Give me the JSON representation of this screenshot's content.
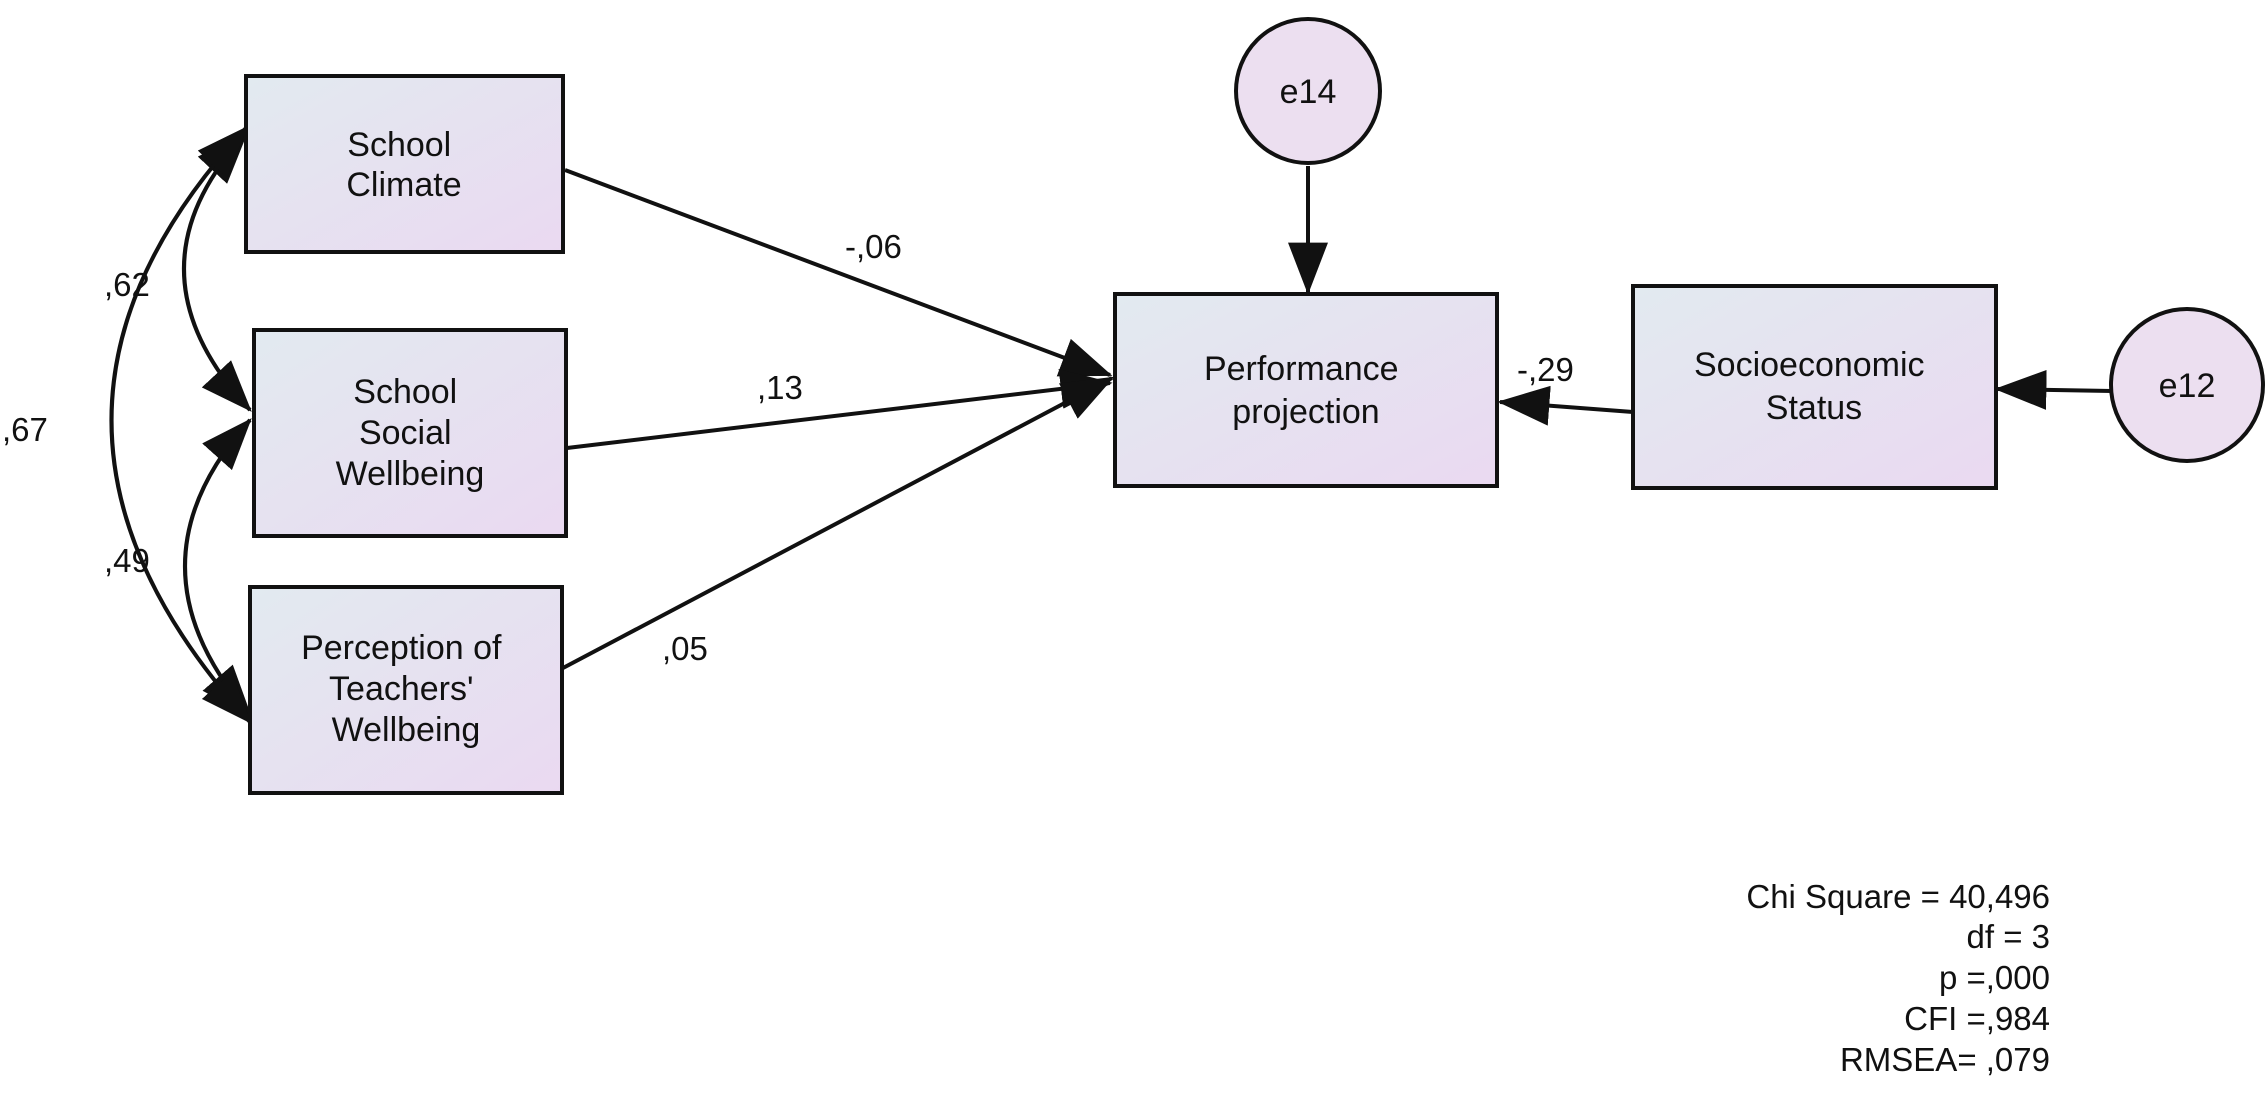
{
  "nodes": {
    "school_climate": {
      "lines": [
        "School",
        "Climate"
      ]
    },
    "school_social_wellbeing": {
      "lines": [
        "School",
        "Social",
        "Wellbeing"
      ]
    },
    "perception_teachers_wellbeing": {
      "lines": [
        "Perception of",
        "Teachers'",
        "Wellbeing"
      ]
    },
    "performance_projection": {
      "lines": [
        "Performance",
        "projection"
      ]
    },
    "socioeconomic_status": {
      "lines": [
        "Socioeconomic",
        "Status"
      ]
    },
    "e14": {
      "label": "e14"
    },
    "e12": {
      "label": "e12"
    }
  },
  "coefficients": {
    "climate_to_performance": "-,06",
    "social_to_performance": ",13",
    "teachers_to_performance": ",05",
    "ses_to_performance": "-,29",
    "cov_climate_social": ",62",
    "cov_social_teachers": ",49",
    "cov_climate_teachers": ",67"
  },
  "fit_indices": [
    "Chi Square = 40,496",
    "df = 3",
    "p =,000",
    "CFI =,984",
    "RMSEA= ,079"
  ],
  "colors": {
    "box_fill_start": "#e2eaf0",
    "box_fill_end": "#ead9f1",
    "circle_fill": "#ecdff0",
    "line": "#111111"
  }
}
